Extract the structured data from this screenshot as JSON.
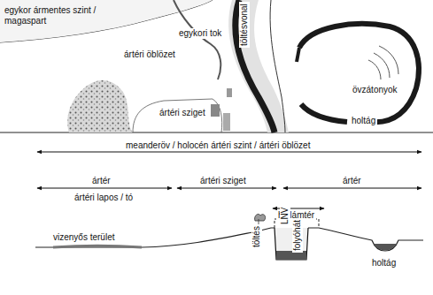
{
  "diagram": {
    "labels": [
      "egykor ármentes szint / magaspart",
      "ártéri öblözet",
      "egykori tok",
      "töltésvonal",
      "övzátonyok",
      "holtág",
      "ártéri sziget",
      "meanderöv / holocén ártéri szint / ártéri öblözet",
      "ártér",
      "ártéri sziget",
      "ártér",
      "ártéri lapos / tó",
      "hullámtér",
      "vizenyős terület",
      "töltés",
      "LNV",
      "folyóhát",
      "holtág"
    ]
  }
}
